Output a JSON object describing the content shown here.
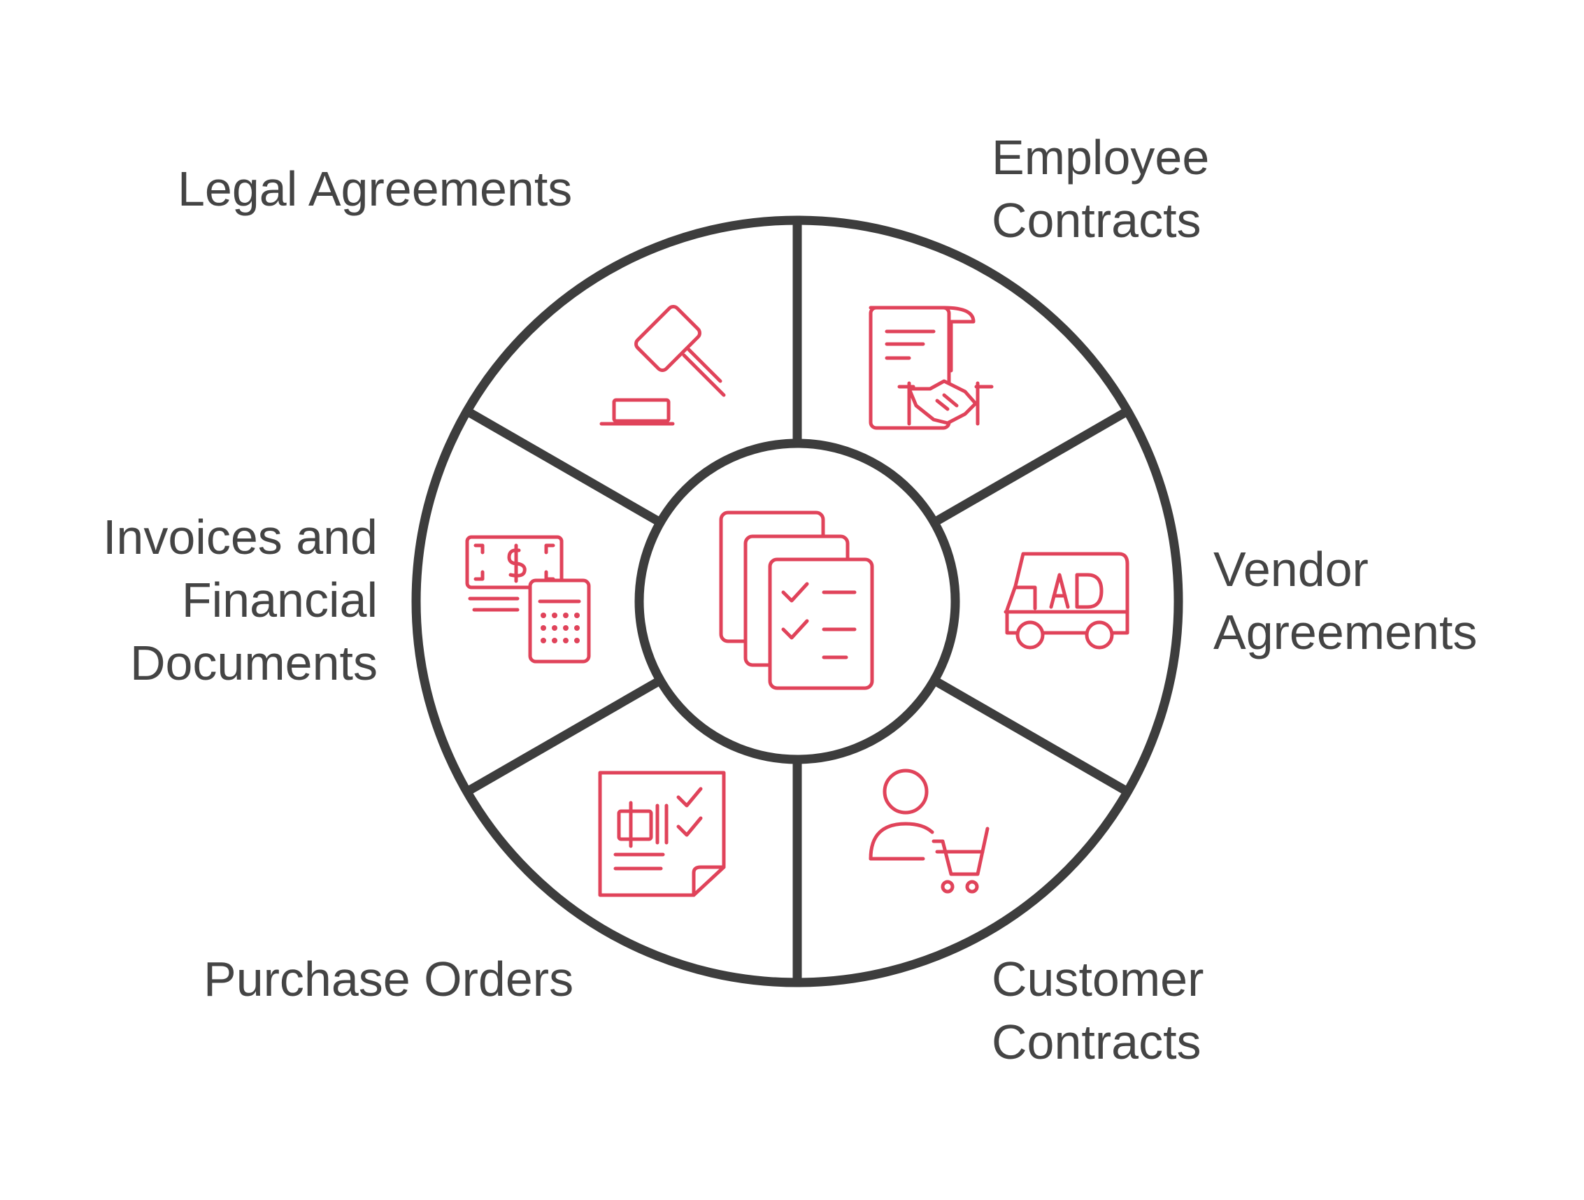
{
  "diagram": {
    "center": {
      "icon": "documents-checklist-icon"
    },
    "segments": [
      {
        "id": "legal",
        "icon": "gavel-icon",
        "lines": [
          "Legal Agreements"
        ]
      },
      {
        "id": "employee",
        "icon": "contract-handshake-icon",
        "lines": [
          "Employee",
          "Contracts"
        ]
      },
      {
        "id": "vendor",
        "icon": "ad-van-icon",
        "lines": [
          "Vendor",
          "Agreements"
        ]
      },
      {
        "id": "customer",
        "icon": "customer-cart-icon",
        "lines": [
          "Customer",
          "Contracts"
        ]
      },
      {
        "id": "purchase",
        "icon": "order-form-icon",
        "lines": [
          "Purchase Orders"
        ]
      },
      {
        "id": "invoices",
        "icon": "money-calculator-icon",
        "lines": [
          "Invoices and",
          "Financial",
          "Documents"
        ]
      }
    ],
    "colors": {
      "outline": "#3d3d3d",
      "icon": "#e0435a",
      "text": "#444444",
      "background": "#ffffff"
    }
  }
}
